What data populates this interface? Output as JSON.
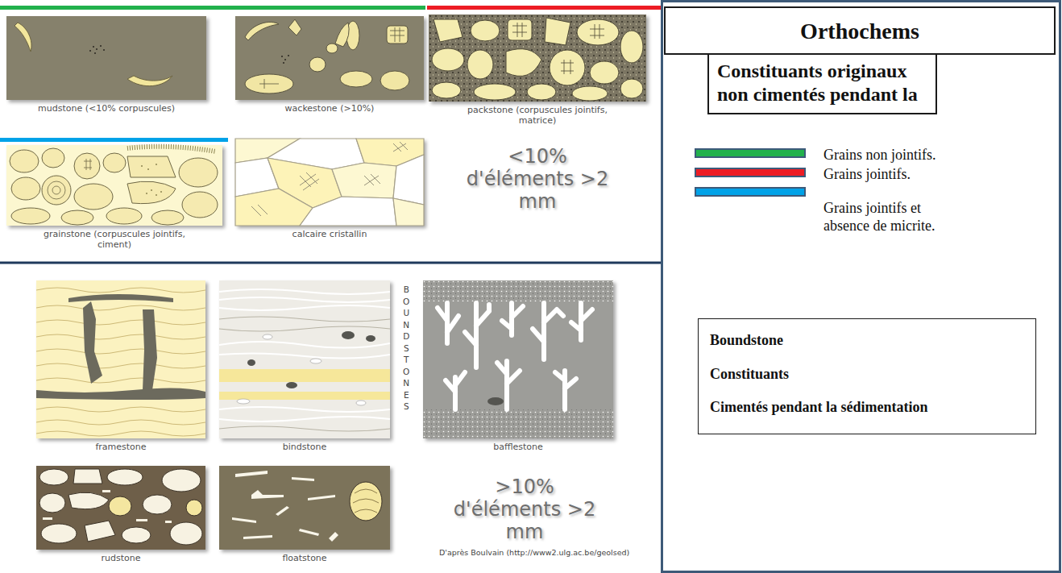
{
  "diagram": {
    "nodes": [
      {
        "text": [
          "mudstone (<10% corpuscules)"
        ]
      },
      {
        "text": [
          "wackestone (>10%)"
        ]
      },
      {
        "text": [
          "packstone (corpuscules jointifs, matrice)"
        ]
      },
      {
        "text": [
          "grainstone (corpuscules jointifs, ciment)"
        ]
      },
      {
        "text": [
          "calcaire cristallin"
        ]
      },
      {
        "text": [
          "framestone"
        ]
      },
      {
        "text": [
          "bindstone"
        ]
      },
      {
        "text": [
          "bafflestone"
        ]
      },
      {
        "text": [
          "rudstone"
        ]
      },
      {
        "text": [
          "floatstone"
        ]
      },
      {
        "text": [
          "Orthochems"
        ]
      },
      {
        "text": [
          "Constituants originaux non cimentés pendant la"
        ]
      },
      {
        "text": [
          "Boundstone",
          "Constituants",
          "Cimentés pendant la sédimentation"
        ]
      }
    ],
    "labels": [
      "<10% d'éléments >2 mm",
      "BOUNDSTONES",
      ">10% d'éléments >2 mm",
      "D'après Boulvain (http://www2.ulg.ac.be/geolsed)"
    ],
    "legend": [
      {
        "text": "Grains non jointifs.",
        "color": "#22b14c"
      },
      {
        "text": "Grains jointifs.",
        "color": "#ed1c24"
      },
      {
        "text": "Grains jointifs et absence de micrite.",
        "color": "#00a2e8"
      }
    ]
  }
}
